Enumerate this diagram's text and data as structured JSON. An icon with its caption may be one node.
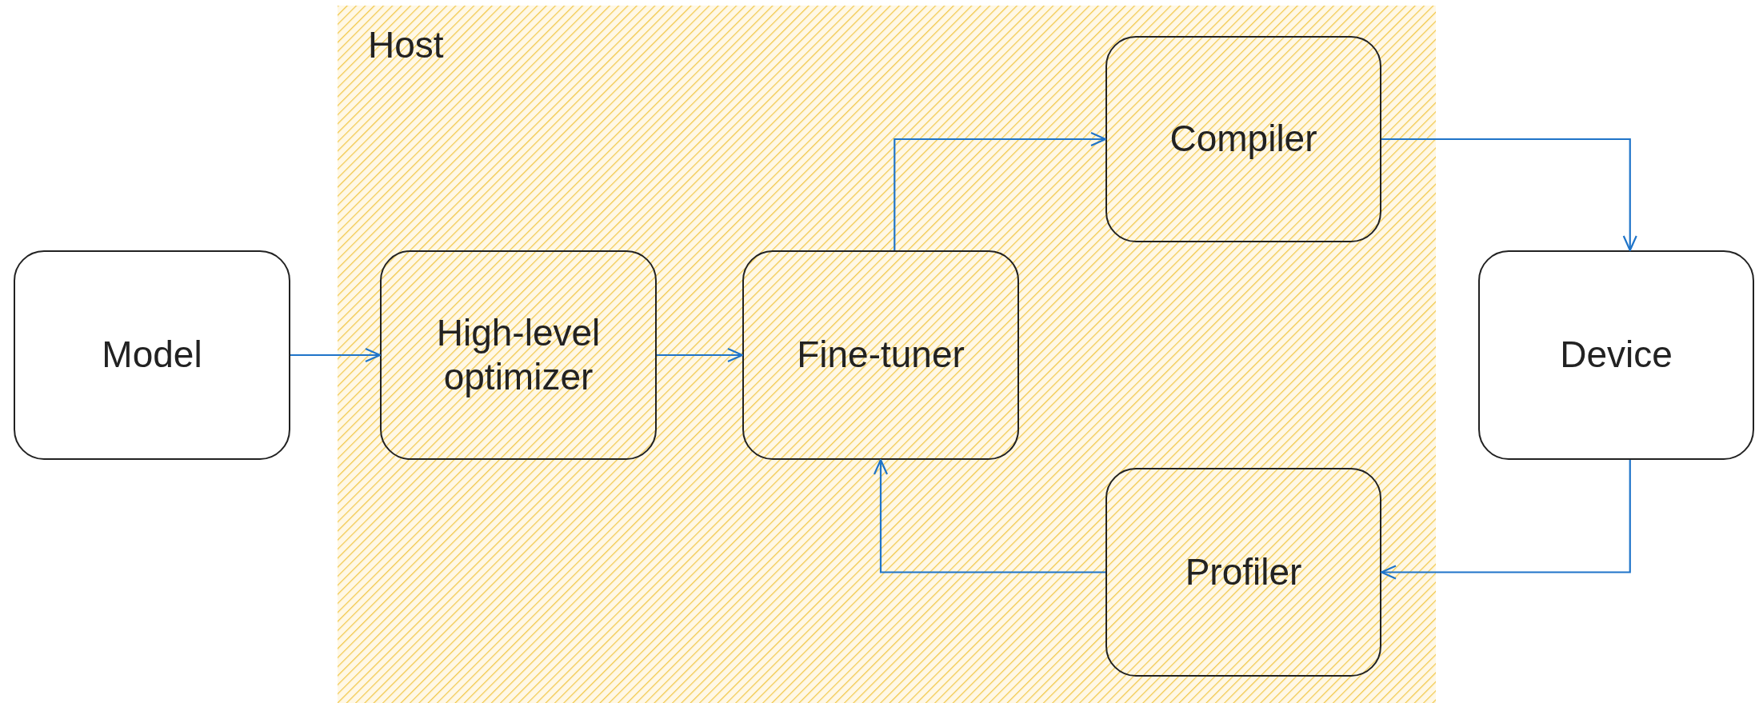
{
  "diagram": {
    "nodes": [
      {
        "text": [
          "Model"
        ]
      },
      {
        "text": [
          "Host"
        ]
      },
      {
        "text": [
          "High-level optimizer"
        ],
        "in": 1
      },
      {
        "text": [
          "Fine-tuner"
        ],
        "in": 1
      },
      {
        "text": [
          "Compiler"
        ],
        "in": 1
      },
      {
        "text": [
          "Profiler"
        ],
        "in": 1
      },
      {
        "text": [
          "Device"
        ]
      }
    ],
    "edges": [
      {
        "from": 0,
        "to": 2,
        "arrow": "to"
      },
      {
        "from": 2,
        "to": 3,
        "arrow": "to"
      },
      {
        "from": 3,
        "to": 4,
        "arrow": "to"
      },
      {
        "from": 4,
        "to": 6,
        "arrow": "to"
      },
      {
        "from": 6,
        "to": 5,
        "arrow": "to"
      },
      {
        "from": 5,
        "to": 3,
        "arrow": "to"
      }
    ]
  }
}
